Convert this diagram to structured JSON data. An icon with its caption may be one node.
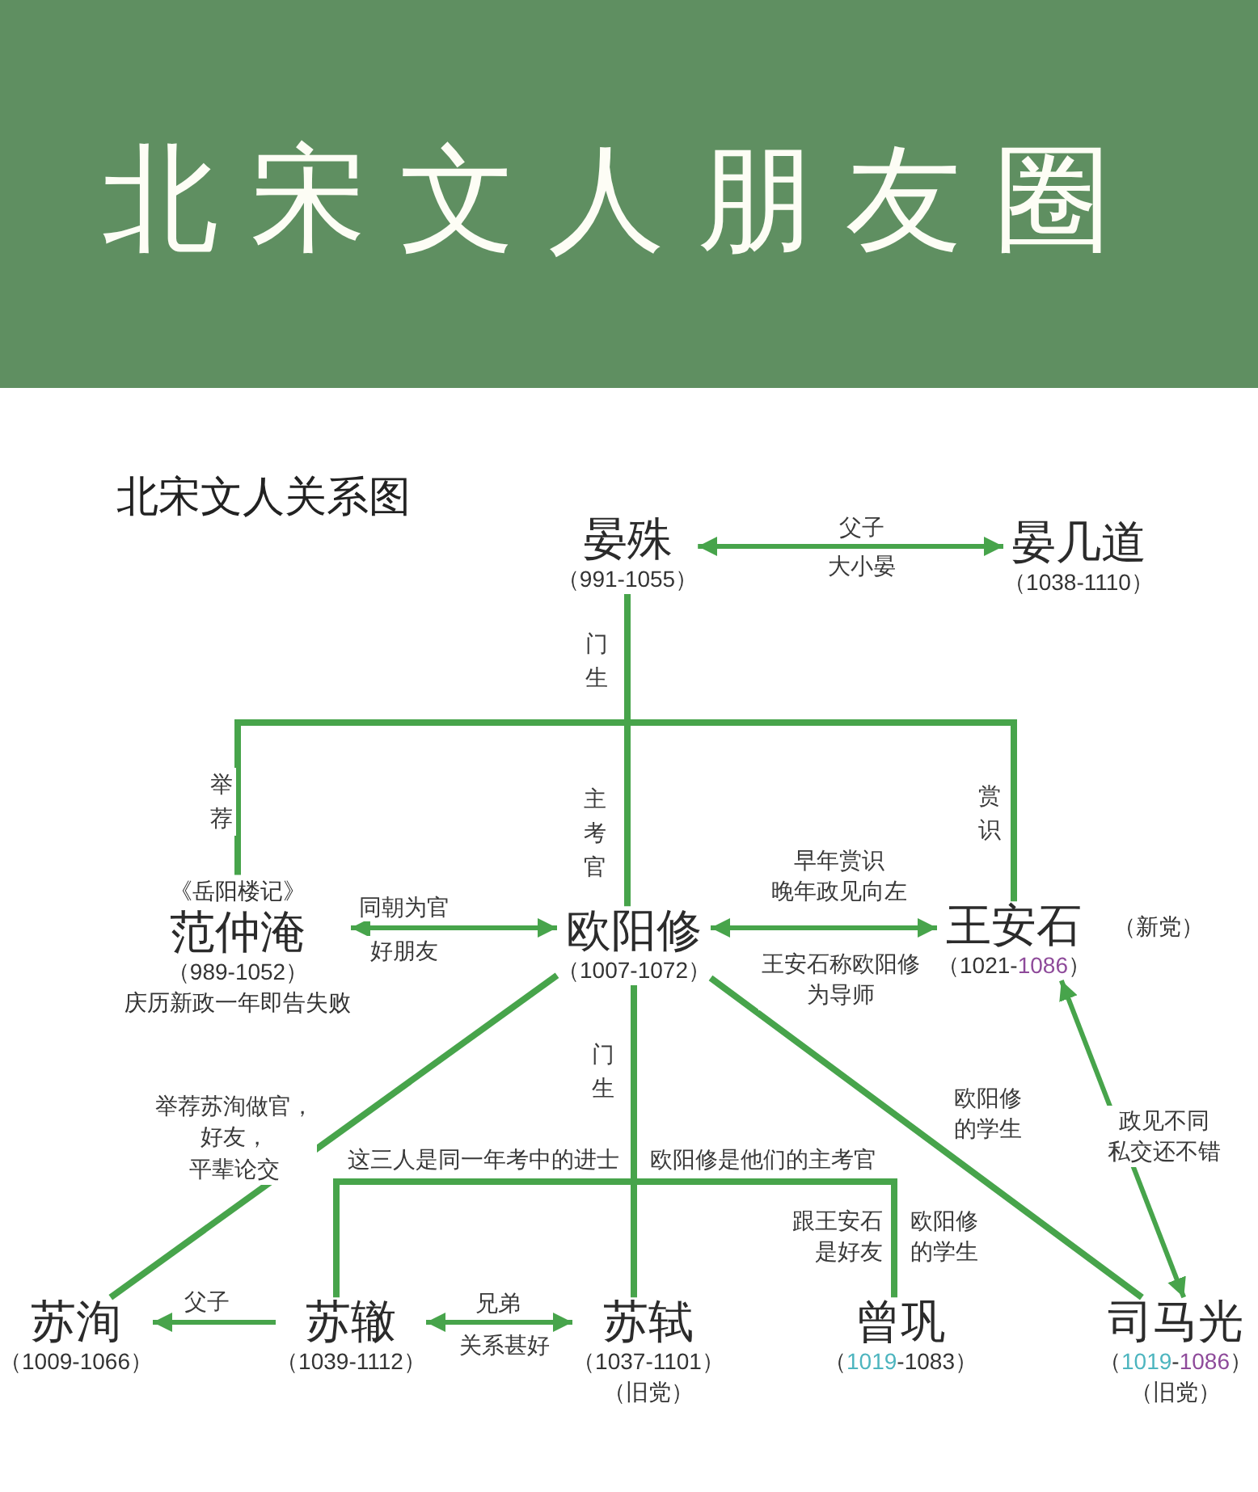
{
  "diagram": {
    "title": "北宋文人朋友圈",
    "nodes": [
      {
        "text": [
          "晏殊"
        ],
        "beside": [
          "（991-1055）"
        ]
      },
      {
        "text": [
          "晏几道"
        ],
        "beside": [
          "（1038-1110）"
        ]
      },
      {
        "text": [
          "范仲淹"
        ],
        "beside": [
          "《岳阳楼记》",
          "（989-1052）",
          "庆历新政一年即告失败"
        ]
      },
      {
        "text": [
          "欧阳修"
        ],
        "beside": [
          "（1007-1072）"
        ]
      },
      {
        "text": [
          "王安石"
        ],
        "beside": [
          "（新党）",
          "（1021-1086）"
        ]
      },
      {
        "text": [
          "苏洵"
        ],
        "beside": [
          "（1009-1066）"
        ]
      },
      {
        "text": [
          "苏辙"
        ],
        "beside": [
          "（1039-1112）"
        ]
      },
      {
        "text": [
          "苏轼"
        ],
        "beside": [
          "（1037-1101）",
          "（旧党）"
        ]
      },
      {
        "text": [
          "曾巩"
        ],
        "beside": [
          "（1019-1083）"
        ]
      },
      {
        "text": [
          "司马光"
        ],
        "beside": [
          "（1019-1086）",
          "（旧党）"
        ]
      }
    ],
    "edges": [
      {
        "from": 0,
        "to": 1,
        "arrow": "both",
        "label": "父子"
      },
      {
        "from": 0,
        "to": 2,
        "arrow": "none",
        "label": "举荐"
      },
      {
        "from": 0,
        "to": 3,
        "arrow": "none",
        "label": "主考官"
      },
      {
        "from": 0,
        "to": 4,
        "arrow": "none",
        "label": "赏识"
      },
      {
        "from": 2,
        "to": 3,
        "arrow": "both",
        "label": "同朝为官"
      },
      {
        "from": 3,
        "to": 4,
        "arrow": "both",
        "label": "早年赏识晚年政见向左"
      },
      {
        "from": 3,
        "to": 5,
        "arrow": "none",
        "label": "举荐苏洵做官，好友，平辈论交"
      },
      {
        "from": 3,
        "to": 6,
        "arrow": "none"
      },
      {
        "from": 3,
        "to": 7,
        "arrow": "none"
      },
      {
        "from": 3,
        "to": 8,
        "arrow": "none",
        "label": "欧阳修的学生"
      },
      {
        "from": 3,
        "to": 9,
        "arrow": "none",
        "label": "欧阳修的学生"
      },
      {
        "from": 4,
        "to": 9,
        "arrow": "both",
        "label": "政见不同私交还不错"
      },
      {
        "from": 6,
        "to": 5,
        "arrow": "to",
        "label": "父子"
      },
      {
        "from": 6,
        "to": 7,
        "arrow": "both",
        "label": "兄弟"
      }
    ],
    "labels": [
      "北宋文人关系图",
      "大小晏",
      "门生",
      "好朋友",
      "王安石称欧阳修为导师",
      "门生",
      "这三人是同一年考中的进士",
      "欧阳修是他们的主考官",
      "跟王安石是好友",
      "关系甚好"
    ]
  }
}
